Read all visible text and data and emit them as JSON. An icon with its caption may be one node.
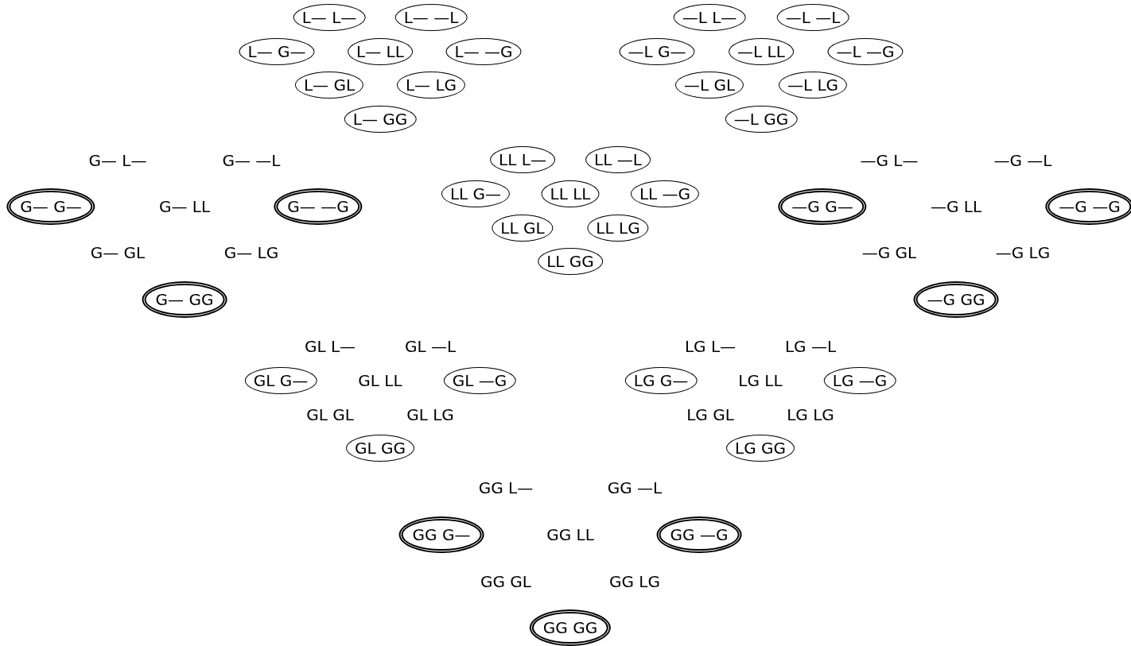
{
  "diagram": {
    "nodes": [
      {
        "text": [
          "L— L—"
        ]
      },
      {
        "text": [
          "L— —L"
        ]
      },
      {
        "text": [
          "L— G—"
        ]
      },
      {
        "text": [
          "L— LL"
        ]
      },
      {
        "text": [
          "L— —G"
        ]
      },
      {
        "text": [
          "L— GL"
        ]
      },
      {
        "text": [
          "L— LG"
        ]
      },
      {
        "text": [
          "L— GG"
        ]
      },
      {
        "text": [
          "—L L—"
        ]
      },
      {
        "text": [
          "—L —L"
        ]
      },
      {
        "text": [
          "—L G—"
        ]
      },
      {
        "text": [
          "—L LL"
        ]
      },
      {
        "text": [
          "—L —G"
        ]
      },
      {
        "text": [
          "—L GL"
        ]
      },
      {
        "text": [
          "—L LG"
        ]
      },
      {
        "text": [
          "—L GG"
        ]
      },
      {
        "text": [
          "G— G—"
        ]
      },
      {
        "text": [
          "G— —G"
        ]
      },
      {
        "text": [
          "G— GG"
        ]
      },
      {
        "text": [
          "LL L—"
        ]
      },
      {
        "text": [
          "LL —L"
        ]
      },
      {
        "text": [
          "LL G—"
        ]
      },
      {
        "text": [
          "LL LL"
        ]
      },
      {
        "text": [
          "LL —G"
        ]
      },
      {
        "text": [
          "LL GL"
        ]
      },
      {
        "text": [
          "LL LG"
        ]
      },
      {
        "text": [
          "LL GG"
        ]
      },
      {
        "text": [
          "—G G—"
        ]
      },
      {
        "text": [
          "—G —G"
        ]
      },
      {
        "text": [
          "—G GG"
        ]
      },
      {
        "text": [
          "GL G—"
        ]
      },
      {
        "text": [
          "GL —G"
        ]
      },
      {
        "text": [
          "GL GG"
        ]
      },
      {
        "text": [
          "LG G—"
        ]
      },
      {
        "text": [
          "LG —G"
        ]
      },
      {
        "text": [
          "LG GG"
        ]
      },
      {
        "text": [
          "GG G—"
        ]
      },
      {
        "text": [
          "GG —G"
        ]
      },
      {
        "text": [
          "GG GG"
        ]
      }
    ],
    "labels": [
      "G— L—",
      "G— —L",
      "G— LL",
      "G— GL",
      "G— LG",
      "—G L—",
      "—G —L",
      "—G LL",
      "—G GL",
      "—G LG",
      "GL L—",
      "GL —L",
      "GL LL",
      "GL GL",
      "GL LG",
      "LG L—",
      "LG —L",
      "LG LL",
      "LG GL",
      "LG LG",
      "GG L—",
      "GG —L",
      "GG LL",
      "GG GL",
      "GG LG"
    ]
  }
}
